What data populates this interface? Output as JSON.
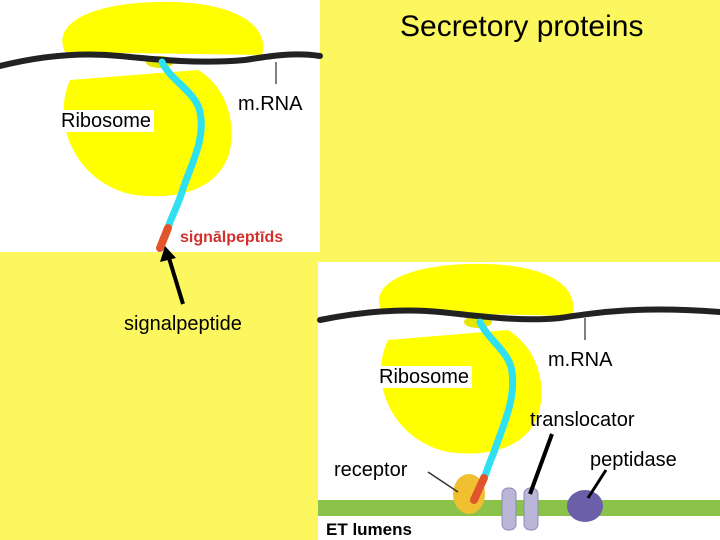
{
  "title": "Secretory proteins",
  "top_diagram": {
    "ribosome_label": "Ribosome",
    "mrna_label": "m.RNA",
    "signal_word": "signālpeptīds"
  },
  "signalpeptide_label": "signalpeptide",
  "bottom_diagram": {
    "ribosome_label": "Ribosome",
    "mrna_label": "m.RNA",
    "translocator_label": "translocator",
    "receptor_label": "receptor",
    "peptidase_label": "peptidase",
    "membrane_label": "ET lumens"
  },
  "colors": {
    "background": "#fcf75e",
    "ribosome": "#ffff00",
    "mrna": "#222222",
    "peptide_chain": "#2ee0f0",
    "signal_sequence": "#e0552b",
    "signal_word": "#d0312b",
    "membrane": "#8bc34a",
    "receptor": "#f0c030",
    "translocator": "#b9b6d8",
    "peptidase": "#6a5fa8"
  }
}
